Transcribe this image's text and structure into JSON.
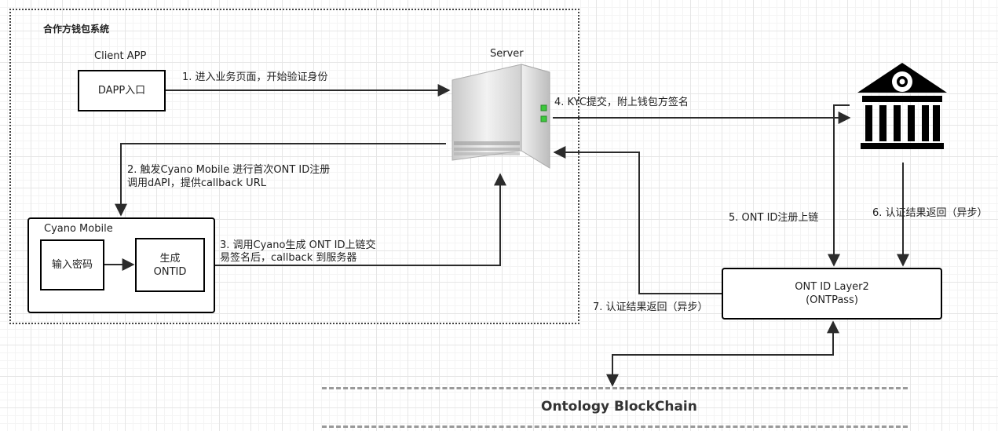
{
  "group": {
    "title": "合作方钱包系统"
  },
  "client_app": {
    "label": "Client APP",
    "box": "DAPP入口"
  },
  "server": {
    "label": "Server"
  },
  "cyano": {
    "title": "Cyano Mobile",
    "password_box": "输入密码",
    "generate_box": "生成\nONTID"
  },
  "layer2": {
    "line1": "ONT ID Layer2",
    "line2": "(ONTPass)"
  },
  "blockchain": {
    "label": "Ontology BlockChain"
  },
  "steps": {
    "s1": "1. 进入业务页面，开始验证身份",
    "s2_line1": "2. 触发Cyano Mobile 进行首次ONT ID注册",
    "s2_line2": "调用dAPI，提供callback URL",
    "s3_line1": "3. 调用Cyano生成 ONT ID上链交",
    "s3_line2": "易签名后，callback 到服务器",
    "s4": "4. KYC提交，附上钱包方签名",
    "s5": "5. ONT ID注册上链",
    "s6": "6. 认证结果返回（异步）",
    "s7": "7. 认证结果返回（异步）"
  },
  "colors": {
    "line": "#2b2b2b",
    "server_body": "#d9d9d9",
    "server_led": "#3cc83c"
  },
  "icons": {
    "server": "server-icon",
    "institution": "bank-building-icon"
  }
}
